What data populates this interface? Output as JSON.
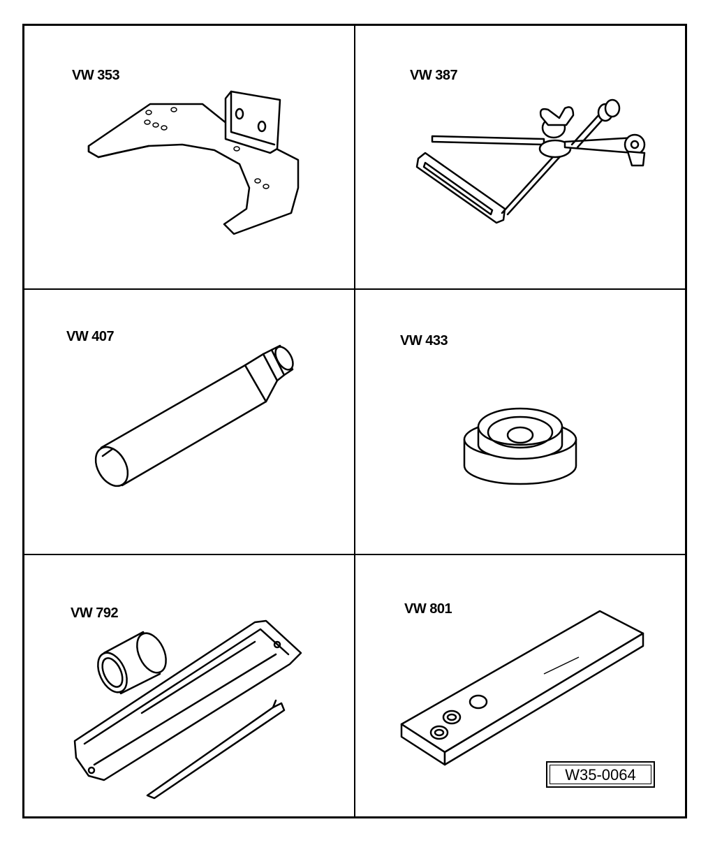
{
  "tools": [
    {
      "label": "VW 353",
      "icon": "mounting-bracket-icon"
    },
    {
      "label": "VW 387",
      "icon": "dial-gauge-holder-icon"
    },
    {
      "label": "VW 407",
      "icon": "drift-punch-icon"
    },
    {
      "label": "VW 433",
      "icon": "thrust-piece-icon"
    },
    {
      "label": "VW 792",
      "icon": "guide-trough-icon"
    },
    {
      "label": "VW 801",
      "icon": "support-bar-icon"
    }
  ],
  "reference": "W35-0064"
}
